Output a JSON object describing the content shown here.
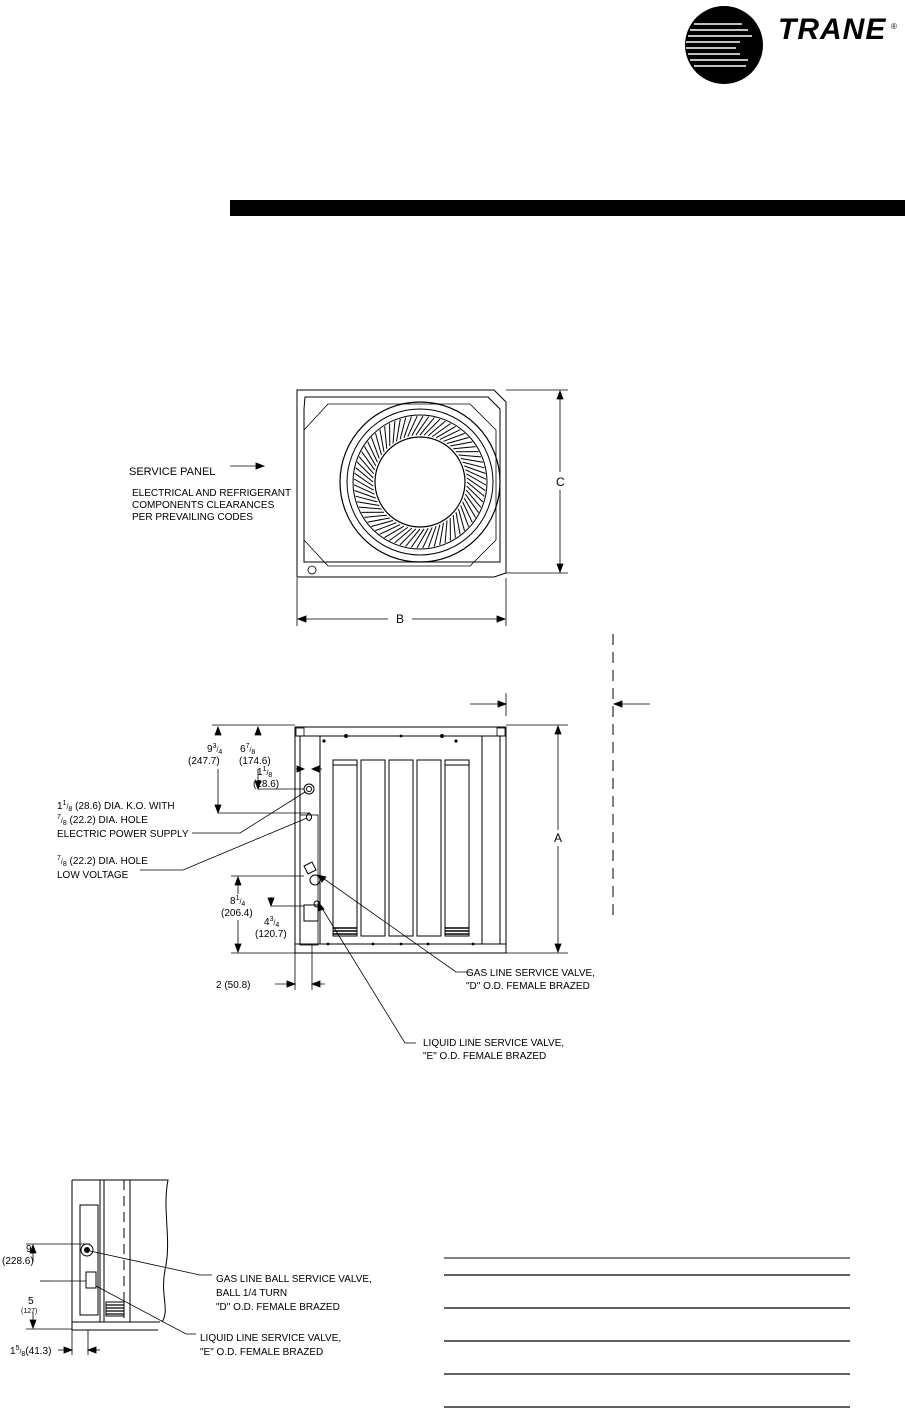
{
  "brand": {
    "name": "TRANE",
    "registered": "®"
  },
  "top_view": {
    "service_panel_label": "SERVICE PANEL",
    "clearance_note": [
      "ELECTRICAL AND REFRIGERANT",
      "COMPONENTS CLEARANCES",
      "PER PREVAILING CODES"
    ],
    "dim_c": "C",
    "dim_b": "B"
  },
  "front_view": {
    "dim_a": "A",
    "dim_9_3_4": {
      "whole": "9",
      "frac_num": "3",
      "frac_den": "4",
      "mm": "(247.7)"
    },
    "dim_6_7_8": {
      "whole": "6",
      "frac_num": "7",
      "frac_den": "8",
      "mm": "(174.6)"
    },
    "dim_1_1_8": {
      "whole": "1",
      "frac_num": "1",
      "frac_den": "8",
      "mm": "(28.6)"
    },
    "ko_note": {
      "line1_whole": "1",
      "line1_num": "1",
      "line1_den": "8",
      "line1_rest": "(28.6) DIA. K.O. WITH",
      "line2_num": "7",
      "line2_den": "8",
      "line2_rest": "(22.2) DIA. HOLE",
      "line3": "ELECTRIC POWER SUPPLY"
    },
    "low_voltage_note": {
      "num": "7",
      "den": "8",
      "rest": "(22.2) DIA. HOLE",
      "line2": "LOW VOLTAGE"
    },
    "dim_8_1_4": {
      "whole": "8",
      "frac_num": "1",
      "frac_den": "4",
      "mm": "(206.4)"
    },
    "dim_4_3_4": {
      "whole": "4",
      "frac_num": "3",
      "frac_den": "4",
      "mm": "(120.7)"
    },
    "dim_2": "2 (50.8)",
    "gas_valve": [
      "GAS LINE SERVICE VALVE,",
      "\"D\" O.D. FEMALE BRAZED"
    ],
    "liquid_valve": [
      "LIQUID LINE SERVICE VALVE,",
      "\"E\" O.D. FEMALE BRAZED"
    ]
  },
  "detail_view": {
    "dim_9": {
      "value": "9",
      "mm": "(228.6)"
    },
    "dim_5": {
      "value": "5",
      "mm": "(127)"
    },
    "dim_1_5_8": {
      "whole": "1",
      "frac_num": "5",
      "frac_den": "8",
      "mm": "(41.3)"
    },
    "gas_ball_valve": [
      "GAS LINE BALL SERVICE VALVE,",
      "BALL 1/4 TURN",
      "\"D\" O.D. FEMALE BRAZED"
    ],
    "liquid_valve": [
      "LIQUID LINE SERVICE VALVE,",
      "\"E\" O.D. FEMALE BRAZED"
    ]
  }
}
